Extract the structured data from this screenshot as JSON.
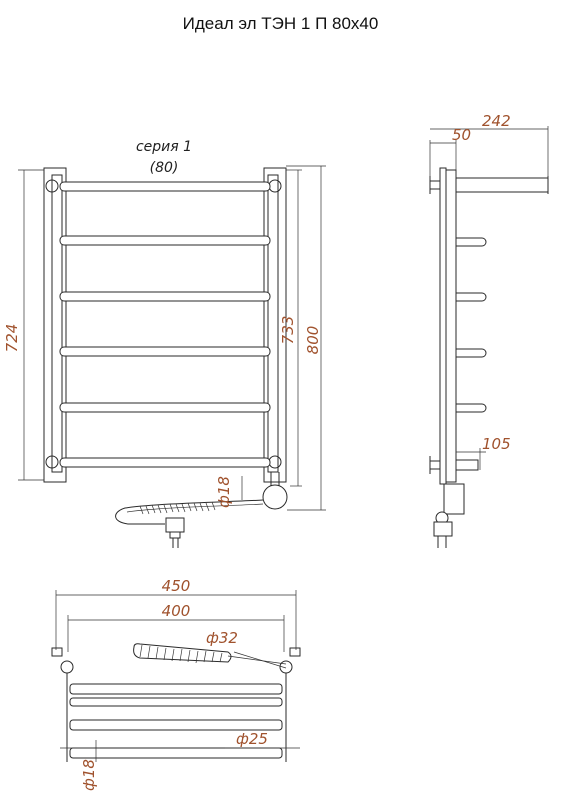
{
  "title": "Идеал эл ТЭН 1 П 80х40",
  "front": {
    "series_label": "серия 1",
    "series_value": "(80)",
    "dim_724": "724",
    "dim_733": "733",
    "dim_800": "800",
    "dim_phi18": "ф18"
  },
  "side": {
    "dim_50": "50",
    "dim_242": "242",
    "dim_105": "105"
  },
  "top": {
    "dim_450": "450",
    "dim_400": "400",
    "dim_phi32": "ф32",
    "dim_phi25": "ф25",
    "dim_phi18": "ф18"
  },
  "colors": {
    "dimension": "#a0522d",
    "line": "#2a2a2a"
  }
}
